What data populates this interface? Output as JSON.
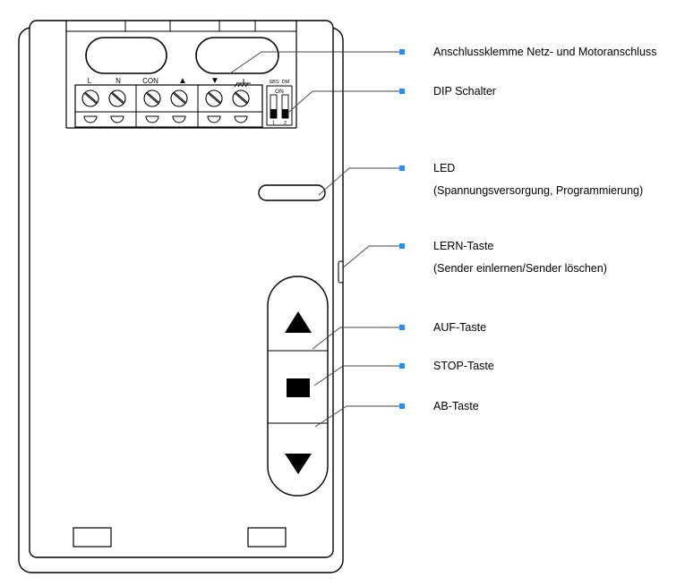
{
  "terminal_labels": [
    "L",
    "N",
    "CON",
    "▲",
    "▼"
  ],
  "dip": {
    "header_left": "SBS",
    "header_right": "DM",
    "on_label": "ON",
    "num_1": "1",
    "num_2": "2"
  },
  "callouts": [
    {
      "id": "anschlussklemme",
      "title": "Anschlussklemme Netz- und Motoranschluss",
      "subtitle": ""
    },
    {
      "id": "dip",
      "title": "DIP Schalter",
      "subtitle": ""
    },
    {
      "id": "led",
      "title": "LED",
      "subtitle": "(Spannungsversorgung, Programmierung)"
    },
    {
      "id": "lern",
      "title": "LERN-Taste",
      "subtitle": "(Sender einlernen/Sender löschen)"
    },
    {
      "id": "auf",
      "title": "AUF-Taste",
      "subtitle": ""
    },
    {
      "id": "stop",
      "title": "STOP-Taste",
      "subtitle": ""
    },
    {
      "id": "ab",
      "title": "AB-Taste",
      "subtitle": ""
    }
  ],
  "colors": {
    "marker": "#1e90ff",
    "stroke": "#000000",
    "leader": "#444444"
  }
}
